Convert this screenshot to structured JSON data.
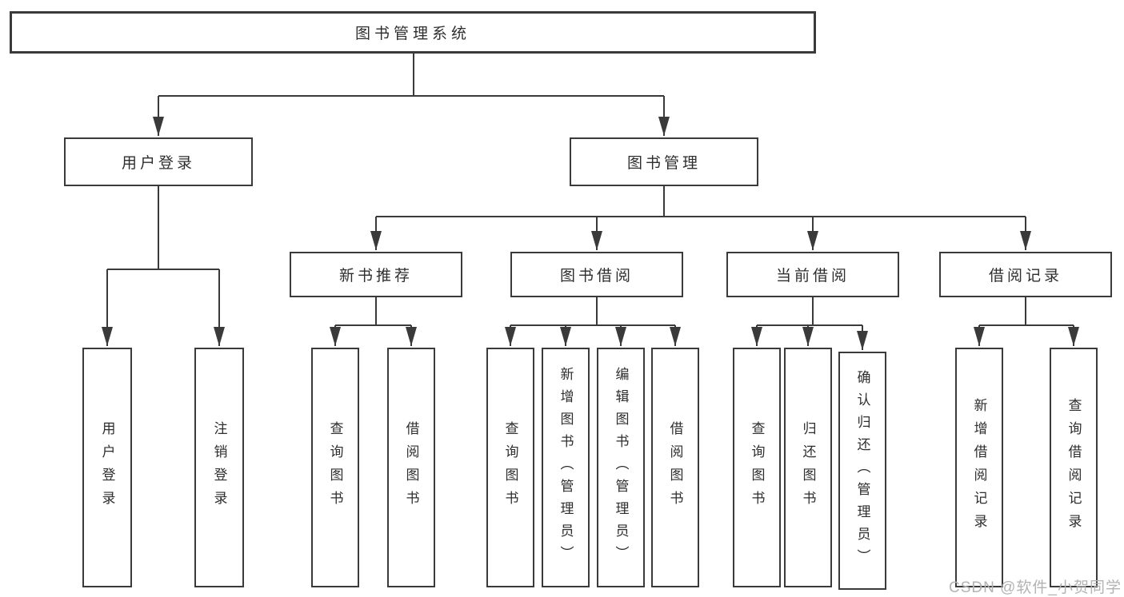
{
  "tree": {
    "label": "图书管理系统",
    "children": [
      {
        "label": "用户登录",
        "children": [
          {
            "label": "用户登录"
          },
          {
            "label": "注销登录"
          }
        ]
      },
      {
        "label": "图书管理",
        "children": [
          {
            "label": "新书推荐",
            "children": [
              {
                "label": "查询图书"
              },
              {
                "label": "借阅图书"
              }
            ]
          },
          {
            "label": "图书借阅",
            "children": [
              {
                "label": "查询图书"
              },
              {
                "label": "新增图书（管理员）"
              },
              {
                "label": "编辑图书（管理员）"
              },
              {
                "label": "借阅图书"
              }
            ]
          },
          {
            "label": "当前借阅",
            "children": [
              {
                "label": "查询图书"
              },
              {
                "label": "归还图书"
              },
              {
                "label": "确认归还（管理员）"
              }
            ]
          },
          {
            "label": "借阅记录",
            "children": [
              {
                "label": "新增借阅记录"
              },
              {
                "label": "查询借阅记录"
              }
            ]
          }
        ]
      }
    ]
  },
  "watermark": {
    "text": "CSDN @软件_小贺同学"
  },
  "colors": {
    "line": "#3a3a3a",
    "box_border": "#3a3a3a",
    "text": "#2e2e2e",
    "watermark": "#b3b3b3",
    "background": "#ffffff"
  }
}
